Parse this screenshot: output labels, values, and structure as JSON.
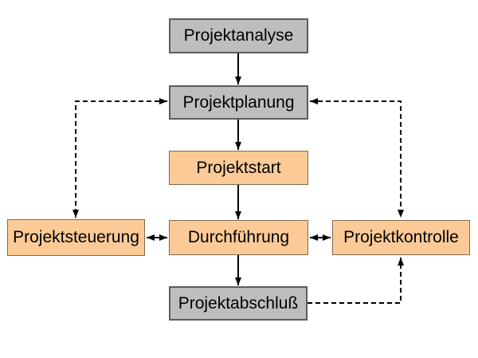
{
  "diagram": {
    "type": "flowchart",
    "language": "de",
    "background": "#FFFFFF"
  },
  "colors": {
    "node_gray_fill": "#BEBEBE",
    "node_gray_border": "#5C5C5C",
    "node_orange_fill": "#FBCA96",
    "node_orange_border": "#7D6B50",
    "arrow": "#000000",
    "text": "#000000"
  },
  "nodes": [
    {
      "id": "projektanalyse",
      "label": "Projektanalyse",
      "color": "gray"
    },
    {
      "id": "projektplanung",
      "label": "Projektplanung",
      "color": "gray"
    },
    {
      "id": "projektstart",
      "label": "Projektstart",
      "color": "orange"
    },
    {
      "id": "durchfuehrung",
      "label": "Durchführung",
      "color": "orange"
    },
    {
      "id": "projektsteuerung",
      "label": "Projektsteuerung",
      "color": "orange"
    },
    {
      "id": "projektkontrolle",
      "label": "Projektkontrolle",
      "color": "orange"
    },
    {
      "id": "projektabschluss",
      "label": "Projektabschluß",
      "color": "gray"
    }
  ],
  "edges": [
    {
      "from": "projektanalyse",
      "to": "projektplanung",
      "style": "solid",
      "direction": "one-way"
    },
    {
      "from": "projektplanung",
      "to": "projektstart",
      "style": "solid",
      "direction": "one-way"
    },
    {
      "from": "projektstart",
      "to": "durchfuehrung",
      "style": "solid",
      "direction": "one-way"
    },
    {
      "from": "durchfuehrung",
      "to": "projektabschluss",
      "style": "solid",
      "direction": "one-way"
    },
    {
      "from": "projektsteuerung",
      "to": "durchfuehrung",
      "style": "solid",
      "direction": "two-way"
    },
    {
      "from": "durchfuehrung",
      "to": "projektkontrolle",
      "style": "solid",
      "direction": "two-way"
    },
    {
      "from": "projektsteuerung",
      "to": "projektplanung",
      "style": "dashed",
      "direction": "two-way"
    },
    {
      "from": "projektkontrolle",
      "to": "projektplanung",
      "style": "dashed",
      "direction": "two-way"
    },
    {
      "from": "projektabschluss",
      "to": "projektkontrolle",
      "style": "dashed",
      "direction": "one-way"
    }
  ]
}
